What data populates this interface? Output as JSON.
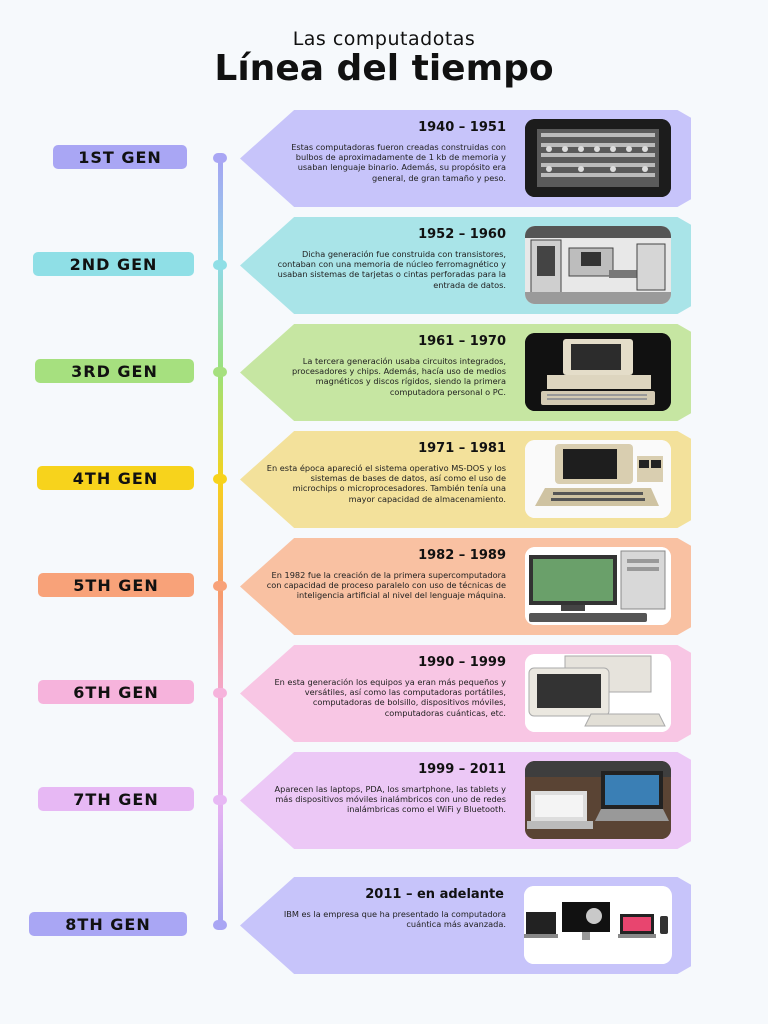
{
  "header": {
    "subtitle": "Las computadotas",
    "title": "Línea del tiempo"
  },
  "generations": [
    {
      "label": "1ST GEN",
      "years": "1940 – 1951",
      "color": "#c7c4fa",
      "badge_color": "#a9a6f4",
      "description": "Estas computadoras fueron creadas construidas con bulbos de aproximadamente de 1 kb de memoria y usaban lenguaje binario. Además, su propósito era general, de gran tamaño y peso.",
      "image": "vacuum-tube-computer-icon"
    },
    {
      "label": "2ND GEN",
      "years": "1952 – 1960",
      "color": "#a9e4e8",
      "badge_color": "#8fdfe6",
      "description": "Dicha generación fue construida con transistores, contaban con una memoria de núcleo ferromagnético y usaban sistemas de tarjetas o cintas perforadas para la entrada de datos.",
      "image": "transistor-computer-room-icon"
    },
    {
      "label": "3RD GEN",
      "years": "1961 – 1970",
      "color": "#c6e6a2",
      "badge_color": "#a6e07f",
      "description": "La tercera generación usaba circuitos integrados, procesadores y chips. Además, hacía uso de medios magnéticos y discos rígidos, siendo la primera computadora personal o PC.",
      "image": "personal-computer-icon"
    },
    {
      "label": "4TH GEN",
      "years": "1971 – 1981",
      "color": "#f3e19b",
      "badge_color": "#f7d31c",
      "description": "En esta época apareció el sistema operativo MS-DOS y los sistemas de bases de datos, así como el uso de microchips o microprocesadores. También tenía una mayor capacidad de almacenamiento.",
      "image": "apple-ii-computer-icon"
    },
    {
      "label": "5TH GEN",
      "years": "1982 – 1989",
      "color": "#f9c1a2",
      "badge_color": "#f8a279",
      "description": "En 1982 fue la creación de la primera supercomputadora con capacidad de proceso paralelo con uso de técnicas de inteligencia artificial al nivel del lenguaje máquina.",
      "image": "desktop-tower-computer-icon"
    },
    {
      "label": "6TH GEN",
      "years": "1990 – 1999",
      "color": "#f8c6e4",
      "badge_color": "#f6b3dc",
      "description": "En esta generación los equipos ya eran más pequeños y versátiles, así como las computadoras portátiles, computadoras de bolsillo, dispositivos móviles, computadoras cuánticas, etc.",
      "image": "crt-desktop-computer-icon"
    },
    {
      "label": "7TH GEN",
      "years": "1999 – 2011",
      "color": "#ecc8f6",
      "badge_color": "#e7b8f4",
      "description": "Aparecen las laptops, PDA, los smartphone, las tablets y más dispositivos móviles inalámbricos con uno de redes inalámbricas como el WiFi y Bluetooth.",
      "image": "laptops-icon"
    },
    {
      "label": "8TH GEN",
      "years": "2011 – en adelante",
      "color": "#c7c4fa",
      "badge_color": "#a9a6f4",
      "description": "IBM es la empresa que ha presentado la computadora cuántica más avanzada.",
      "image": "modern-devices-icon"
    }
  ]
}
